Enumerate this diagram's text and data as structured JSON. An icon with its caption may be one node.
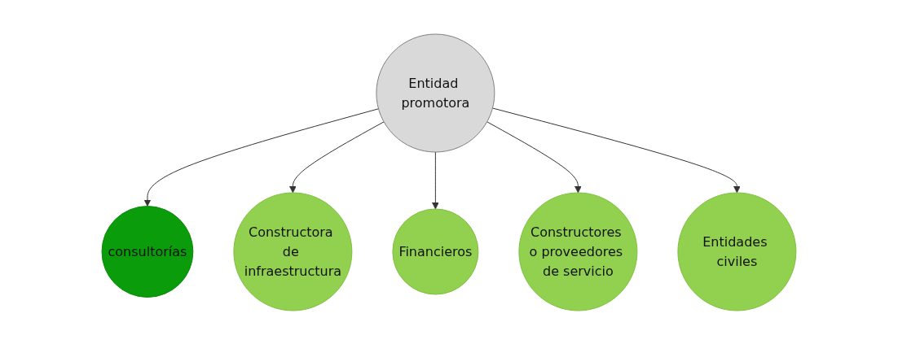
{
  "diagram": {
    "nodes": [
      {
        "text": [
          "Entidad promotora"
        ]
      },
      {
        "text": [
          "consultorías"
        ]
      },
      {
        "text": [
          "Constructora de infraestructura"
        ]
      },
      {
        "text": [
          "Financieros"
        ]
      },
      {
        "text": [
          "Constructores o proveedores de servicio"
        ]
      },
      {
        "text": [
          "Entidades civiles"
        ]
      }
    ],
    "edges": [
      {
        "from": 0,
        "to": 1,
        "arrow": "to"
      },
      {
        "from": 0,
        "to": 2,
        "arrow": "to"
      },
      {
        "from": 0,
        "to": 3,
        "arrow": "to"
      },
      {
        "from": 0,
        "to": 4,
        "arrow": "to"
      },
      {
        "from": 0,
        "to": 5,
        "arrow": "to"
      }
    ]
  }
}
